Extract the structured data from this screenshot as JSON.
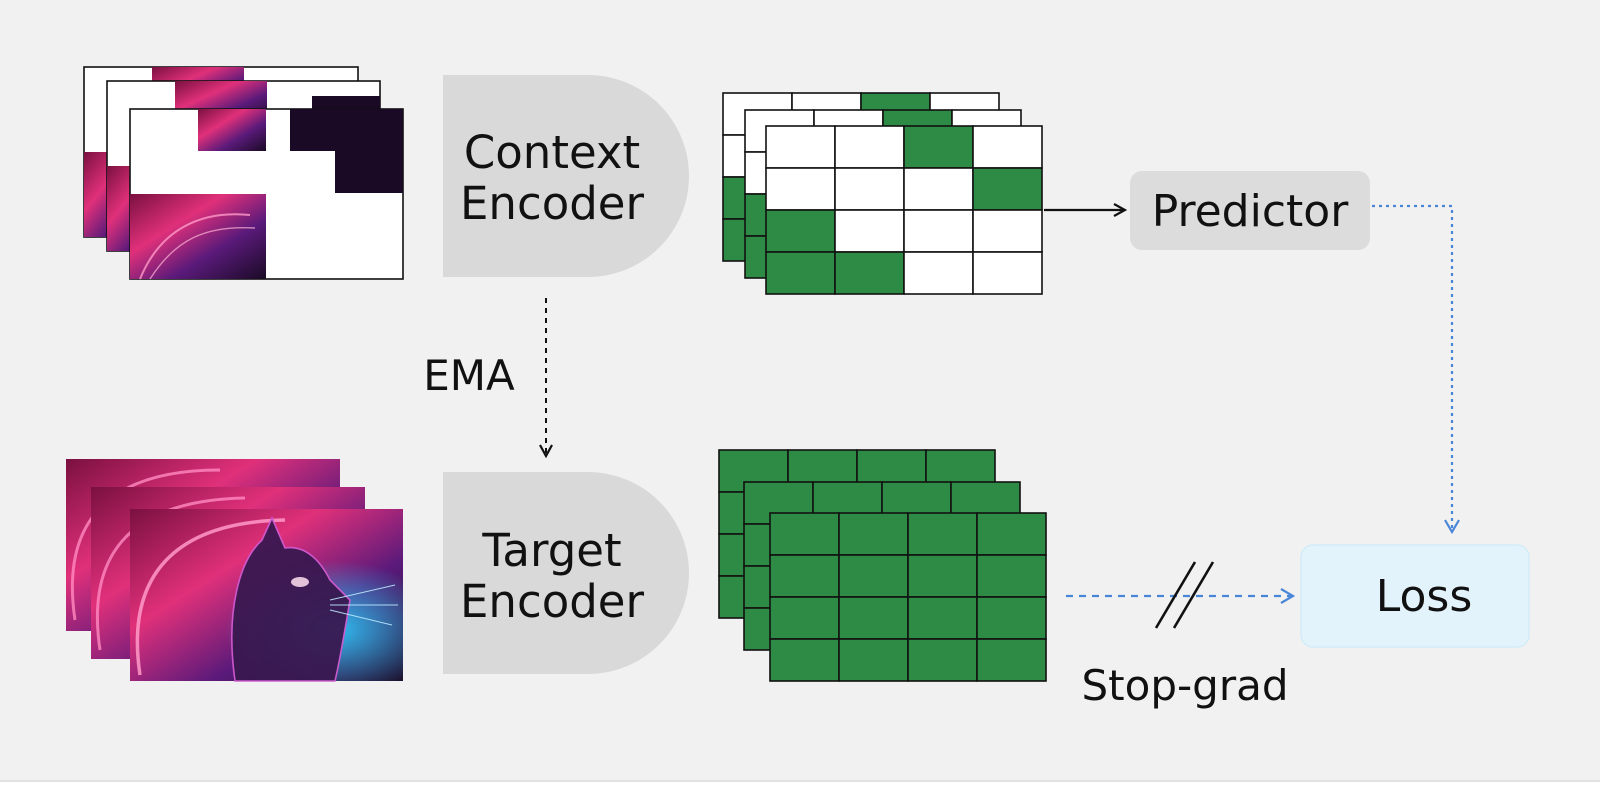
{
  "labels": {
    "context_encoder": [
      "Context",
      "Encoder"
    ],
    "target_encoder": [
      "Target",
      "Encoder"
    ],
    "predictor": "Predictor",
    "ema": "EMA",
    "loss": "Loss",
    "stop_grad": "Stop-grad"
  },
  "colors": {
    "background": "#f1f1f1",
    "encoder_fill": "#d9d9d9",
    "predictor_fill": "#dcdcdc",
    "loss_fill": "#e3f3fb",
    "token_green": "#2e8b45",
    "token_white": "#ffffff",
    "dotted_arrow": "#4a86d8",
    "black_arrow": "#111111",
    "image_pink": "#e0307a",
    "image_purple": "#5a1a7a",
    "image_dark": "#1a0a25",
    "image_cyan": "#2ad0ff"
  },
  "context_grid_mask": [
    [
      0,
      0,
      1,
      0
    ],
    [
      0,
      0,
      0,
      1
    ],
    [
      1,
      0,
      0,
      0
    ],
    [
      1,
      1,
      0,
      0
    ]
  ],
  "icons": {
    "stop_grad_mark": "double-slash-icon",
    "cat_image": "neon-cat-image-icon"
  }
}
